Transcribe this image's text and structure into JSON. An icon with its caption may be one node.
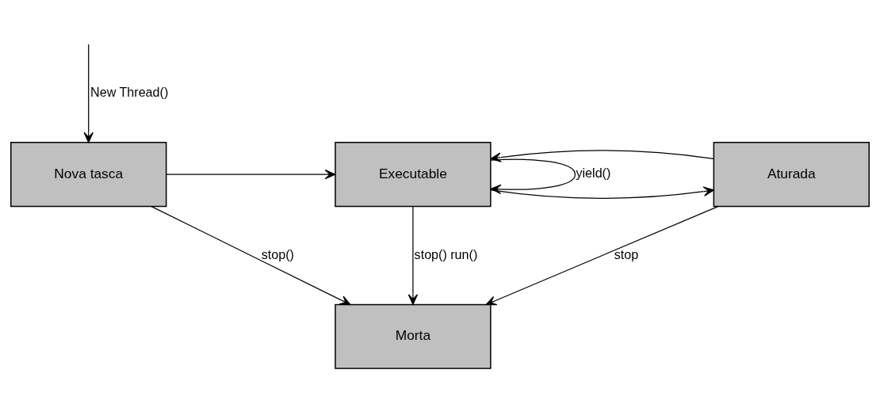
{
  "diagram": {
    "nodes": [
      {
        "text": [
          "Nova tasca"
        ]
      },
      {
        "text": [
          "Executable"
        ]
      },
      {
        "text": [
          "Aturada"
        ]
      },
      {
        "text": [
          "Morta"
        ]
      }
    ],
    "edges": [
      {
        "from": null,
        "to": 0,
        "arrow": "to",
        "label": "New Thread()"
      },
      {
        "from": 1,
        "to": 1,
        "arrow": "to",
        "label": "yield()"
      },
      {
        "from": 0,
        "to": 1,
        "arrow": "to"
      },
      {
        "from": 1,
        "to": 2,
        "arrow": "to"
      },
      {
        "from": 2,
        "to": 1,
        "arrow": "to"
      },
      {
        "from": 1,
        "to": 3,
        "arrow": "to",
        "label": "stop() run()"
      },
      {
        "from": 0,
        "to": 3,
        "arrow": "to",
        "label": "stop()"
      },
      {
        "from": 2,
        "to": 3,
        "arrow": "to",
        "label": "stop"
      }
    ]
  }
}
